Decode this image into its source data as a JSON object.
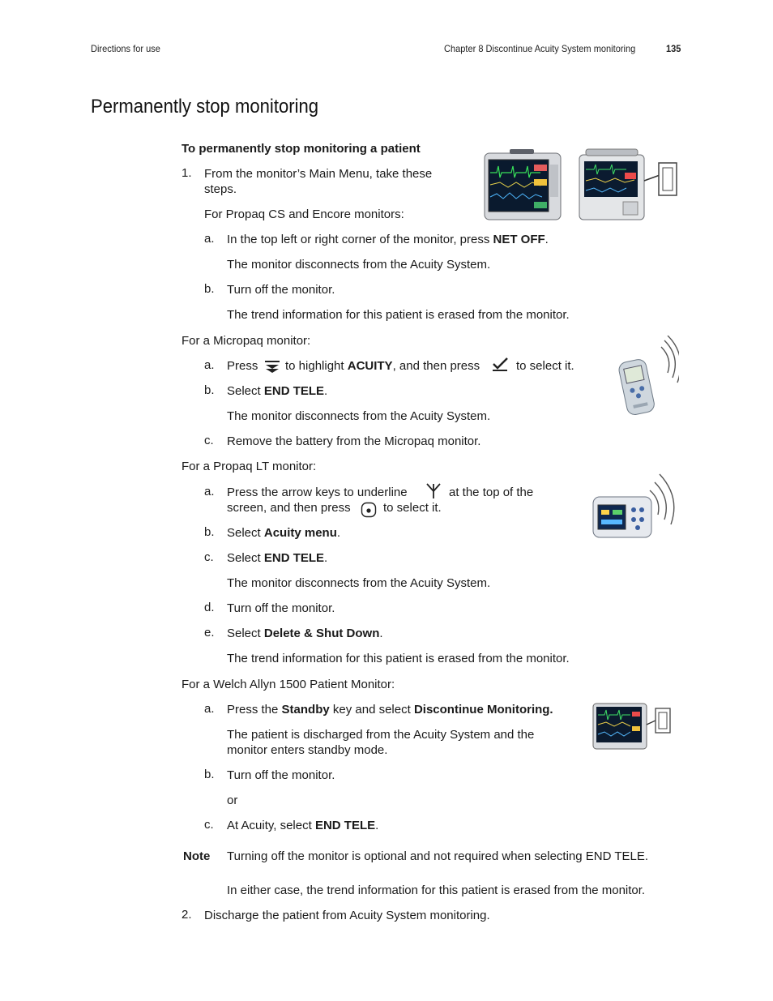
{
  "header": {
    "left": "Directions for use",
    "chapter": "Chapter 8   Discontinue Acuity System monitoring",
    "page_number": "135"
  },
  "title": "Permanently stop monitoring",
  "subtitle": "To permanently stop monitoring a patient",
  "step1": {
    "num": "1.",
    "text_a": "From the monitor’s Main Menu, take these",
    "text_b": "steps.",
    "cs_intro": "For Propaq CS and Encore monitors:",
    "cs_a_pre": "In the top left or right corner of the monitor, press ",
    "cs_a_bold": "NET OFF",
    "cs_a_post": ".",
    "cs_a_result": "The monitor disconnects from the Acuity System.",
    "cs_b": "Turn off the monitor.",
    "cs_b_result": "The trend information for this patient is erased from the monitor.",
    "mp_intro": "For a Micropaq monitor:",
    "mp_a_1": "Press",
    "mp_a_2": "to highlight",
    "mp_a_bold": "ACUITY",
    "mp_a_3": ", and then press",
    "mp_a_4": "to select it.",
    "mp_b_pre": "Select ",
    "mp_b_bold": "END TELE",
    "mp_b_post": ".",
    "mp_b_result": "The monitor disconnects from the Acuity System.",
    "mp_c": "Remove the battery from the Micropaq monitor.",
    "lt_intro": "For a Propaq LT monitor:",
    "lt_a_1": "Press the arrow keys to underline",
    "lt_a_2": "at the top of the",
    "lt_a_3": "screen, and then press",
    "lt_a_4": "to select it.",
    "lt_b_pre": "Select ",
    "lt_b_bold": "Acuity menu",
    "lt_b_post": ".",
    "lt_c_pre": "Select ",
    "lt_c_bold": "END TELE",
    "lt_c_post": ".",
    "lt_c_result": "The monitor disconnects from the Acuity System.",
    "lt_d": "Turn off the monitor.",
    "lt_e_pre": "Select ",
    "lt_e_bold": "Delete & Shut Down",
    "lt_e_post": ".",
    "lt_e_result": "The trend information for this patient is erased from the monitor.",
    "wa_intro": "For a Welch Allyn 1500 Patient Monitor:",
    "wa_a_1": "Press the ",
    "wa_a_bold1": "Standby",
    "wa_a_2": " key and select ",
    "wa_a_bold2": "Discontinue Monitoring.",
    "wa_a_result_1": "The patient is discharged from the Acuity System and the",
    "wa_a_result_2": "monitor enters standby mode.",
    "wa_b": "Turn off the monitor.",
    "wa_or": "or",
    "wa_c_pre": "At Acuity, select ",
    "wa_c_bold": "END TELE",
    "wa_c_post": "."
  },
  "letters": {
    "a": "a.",
    "b": "b.",
    "c": "c.",
    "d": "d.",
    "e": "e."
  },
  "note": {
    "label": "Note",
    "text": "Turning off the monitor is optional and not required when selecting END TELE.",
    "followup": "In either case, the trend information for this patient is erased from the monitor."
  },
  "step2": {
    "num": "2.",
    "text": "Discharge the patient from Acuity System monitoring."
  },
  "icons": {
    "down_arrows": "double-down-arrow-icon",
    "check": "checkmark-icon",
    "antenna": "antenna-icon",
    "select_button": "select-button-icon"
  }
}
